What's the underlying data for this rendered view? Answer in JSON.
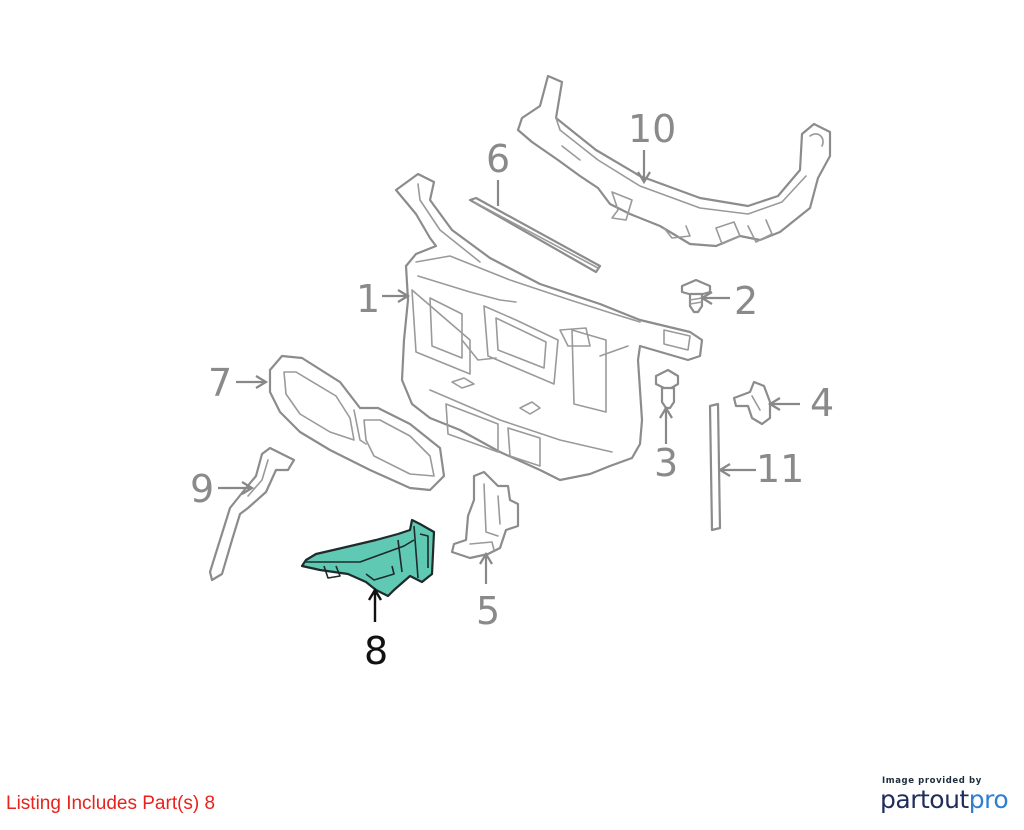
{
  "callouts": [
    {
      "id": "1",
      "label": "1"
    },
    {
      "id": "2",
      "label": "2"
    },
    {
      "id": "3",
      "label": "3"
    },
    {
      "id": "4",
      "label": "4"
    },
    {
      "id": "5",
      "label": "5"
    },
    {
      "id": "6",
      "label": "6"
    },
    {
      "id": "7",
      "label": "7"
    },
    {
      "id": "8",
      "label": "8"
    },
    {
      "id": "9",
      "label": "9"
    },
    {
      "id": "10",
      "label": "10"
    },
    {
      "id": "11",
      "label": "11"
    }
  ],
  "highlighted_part": "8",
  "colors": {
    "highlight_fill": "#5fc9b3",
    "listing_text": "#e8221c",
    "part_stroke": "#8c8c8c",
    "brand_dark": "#1e2d5a",
    "brand_accent": "#2f7fd1"
  },
  "footer": {
    "listing": "Listing Includes Part(s) 8",
    "brand_caption": "Image provided by",
    "brand_part1": "partout",
    "brand_part2": "pro"
  }
}
